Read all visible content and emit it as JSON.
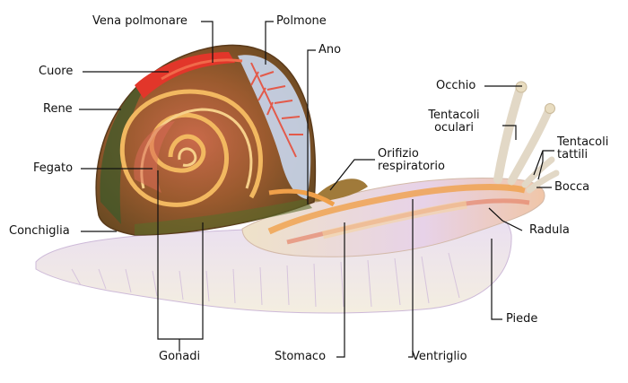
{
  "labels": {
    "vena_polmonare": "Vena polmonare",
    "polmone": "Polmone",
    "ano": "Ano",
    "cuore": "Cuore",
    "rene": "Rene",
    "fegato": "Fegato",
    "conchiglia": "Conchiglia",
    "gonadi": "Gonadi",
    "stomaco": "Stomaco",
    "ventriglio": "Ventriglio",
    "orifizio_respiratorio": "Orifizio\nrespiratorio",
    "occhio": "Occhio",
    "tentacoli_oculari": "Tentacoli\noculari",
    "tentacoli_tattili": "Tentacoli\ntattili",
    "bocca": "Bocca",
    "radula": "Radula",
    "piede": "Piede"
  },
  "colors": {
    "shell_brown": "#8b4a22",
    "shell_dark": "#3f5a2a",
    "coil": "#f2b860",
    "lung": "#c9d7ee",
    "body": "#d7c9ea",
    "organ_orange": "#f0a04a",
    "organ_pink": "#e07a6a",
    "leader": "#111111"
  }
}
